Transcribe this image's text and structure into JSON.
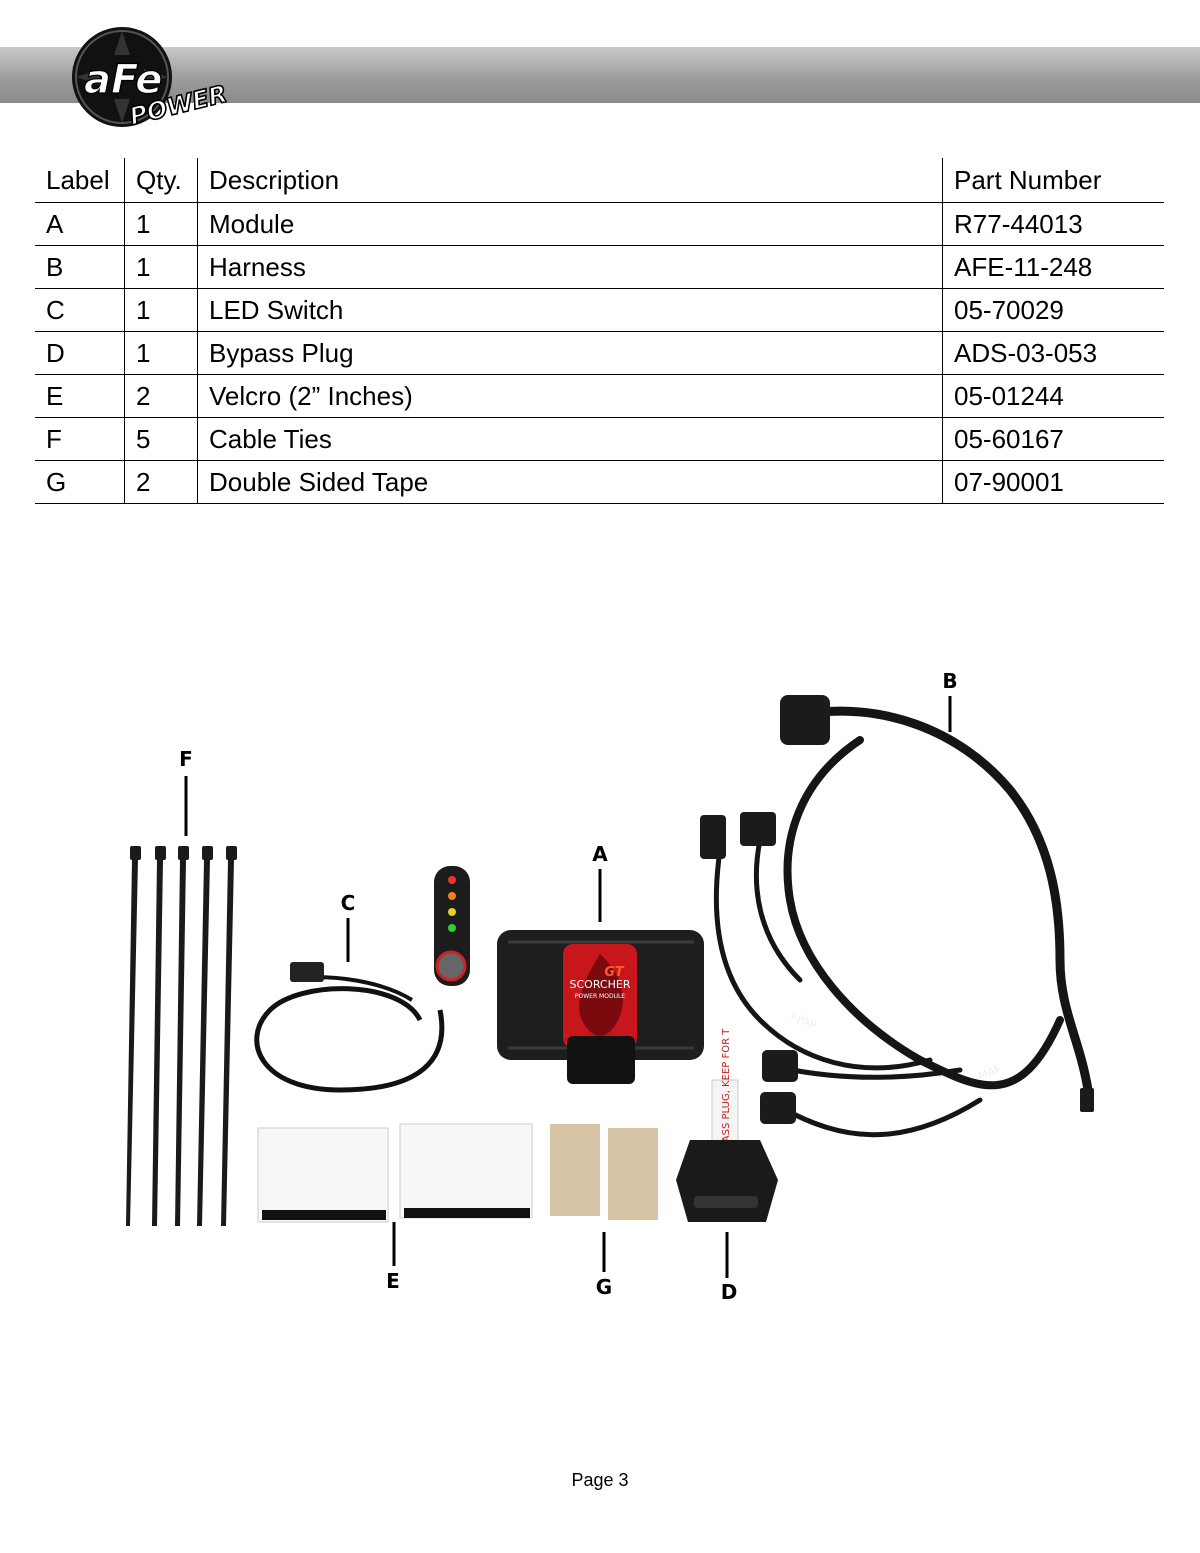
{
  "logo": {
    "text_top": "aFe",
    "text_bottom": "POWER"
  },
  "table": {
    "headers": [
      "Label",
      "Qty.",
      "Description",
      "Part Number"
    ],
    "rows": [
      [
        "A",
        "1",
        "Module",
        "R77-44013"
      ],
      [
        "B",
        "1",
        "Harness",
        "AFE-11-248"
      ],
      [
        "C",
        "1",
        "LED Switch",
        "05-70029"
      ],
      [
        "D",
        "1",
        "Bypass Plug",
        "ADS-03-053"
      ],
      [
        "E",
        "2",
        "Velcro (2” Inches)",
        "05-01244"
      ],
      [
        "F",
        "5",
        "Cable Ties",
        "05-60167"
      ],
      [
        "G",
        "2",
        "Double Sided Tape",
        "07-90001"
      ]
    ]
  },
  "figure": {
    "callouts": {
      "A": "A",
      "B": "B",
      "C": "C",
      "D": "D",
      "E": "E",
      "F": "F",
      "G": "G"
    },
    "module_brand": "SCORCHER",
    "module_model": "GT",
    "module_sub": "POWER MODULE",
    "plug_tag": "BYPASS PLUG, KEEP FOR T",
    "harness_tags": [
      "FPAP",
      "MAF"
    ]
  },
  "footer": {
    "page": "Page 3"
  }
}
